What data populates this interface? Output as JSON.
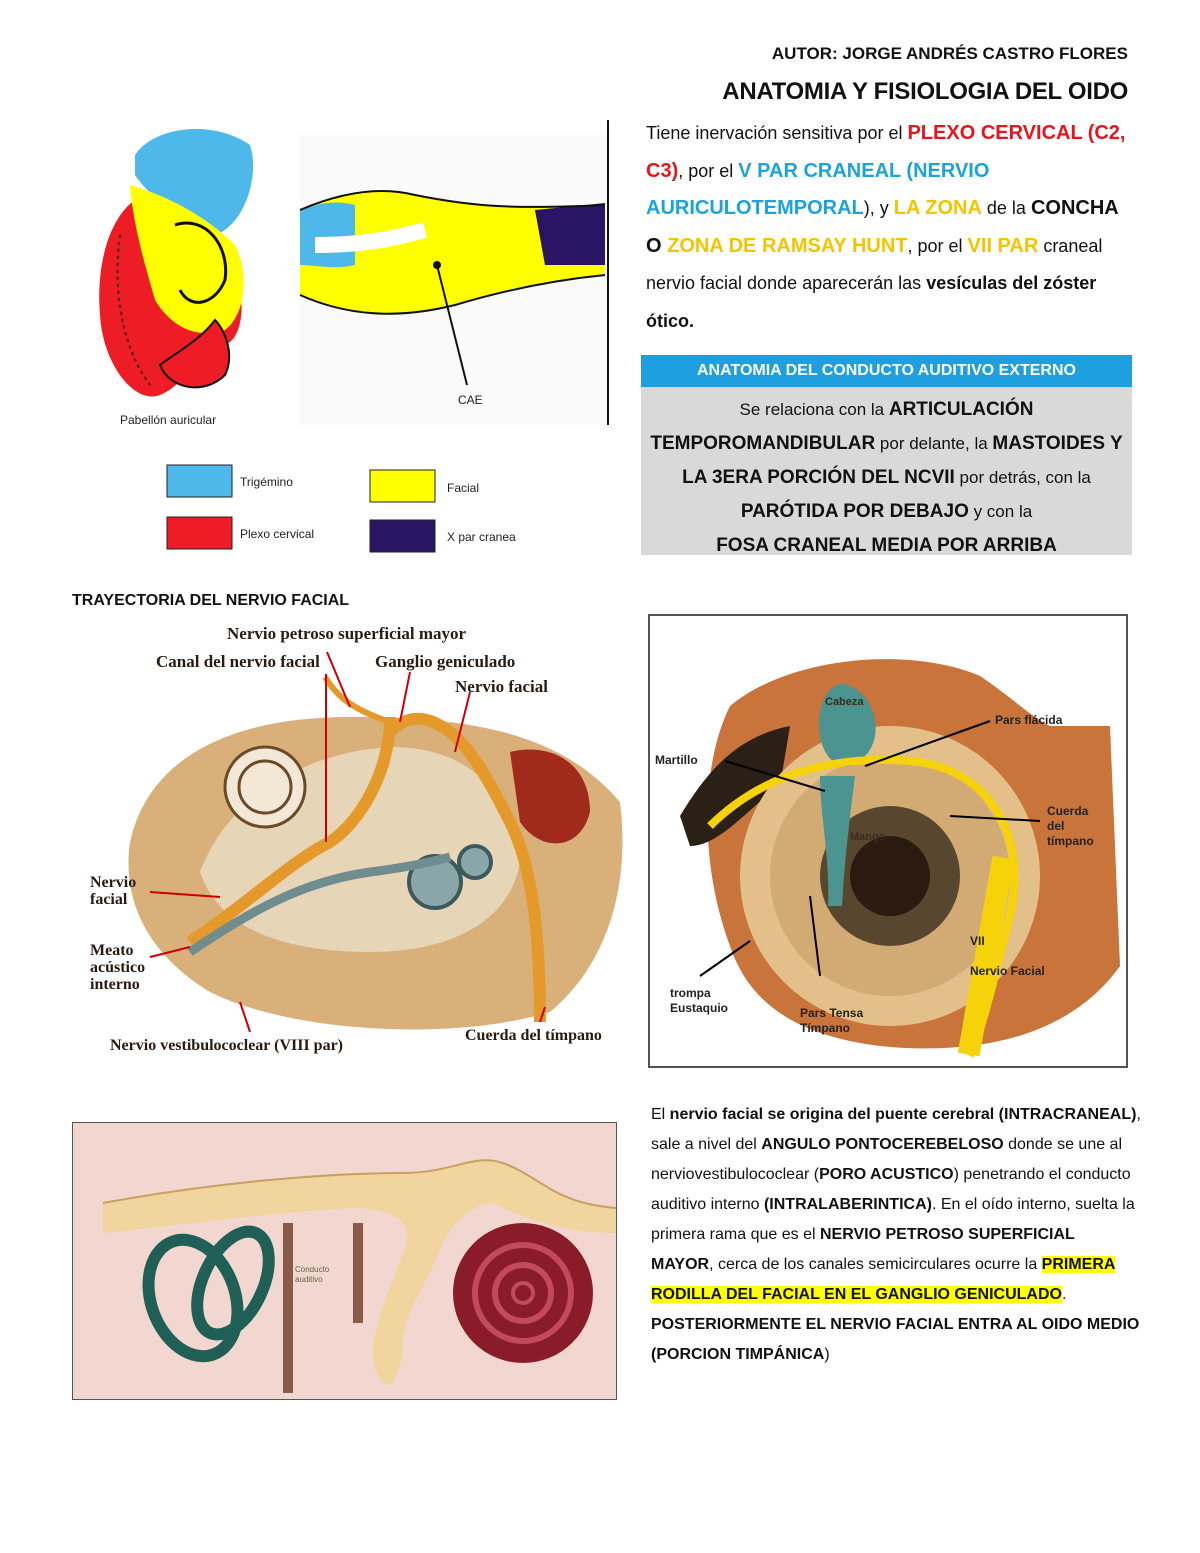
{
  "header": {
    "author": "AUTOR: JORGE ANDRÉS CASTRO FLORES",
    "title": "ANATOMIA Y FISIOLOGIA DEL OIDO"
  },
  "intro": {
    "t1": "Tiene inervación sensitiva por el ",
    "plexo": "PLEXO CERVICAL",
    "c2c3": "(C2, C3)",
    "t2": ", por el ",
    "vpar": "V PAR CRANEAL (NERVIO AURICULOTEMPORAL",
    "t3": "), y ",
    "zona": "LA ZONA",
    "t4": " de la ",
    "concha": "CONCHA O ",
    "ramsay": "ZONA DE RAMSAY HUNT",
    "t5": ", por el ",
    "vii": "VII PAR",
    "t6": " craneal nervio facial donde aparecerán las ",
    "vesiculas": "vesículas del zóster ótico."
  },
  "figure1": {
    "pabellon": "Pabellón auricular",
    "cae": "CAE",
    "legend": [
      "Trigémino",
      "Facial",
      "Plexo cervical",
      "X par cranea"
    ],
    "colors": {
      "trigemino": "#4fb8ea",
      "facial": "#ffff00",
      "plexo": "#ee1c24",
      "xpar": "#2a1565"
    }
  },
  "cae_box": {
    "heading": "ANATOMIA DEL CONDUCTO AUDITIVO EXTERNO",
    "p1": "Se relaciona con la ",
    "b1": "ARTICULACIÓN TEMPOROMANDIBULAR",
    "p2": " por delante, la ",
    "b2": "MASTOIDES Y LA 3ERA PORCIÓN DEL NCVII",
    "p3": " por detrás, con la ",
    "b3": "PARÓTIDA POR DEBAJO",
    "p4": " y con la ",
    "b4": "FOSA CRANEAL MEDIA POR ARRIBA"
  },
  "trayectoria": {
    "heading": "TRAYECTORIA DEL NERVIO FACIAL",
    "labels": {
      "petroso": "Nervio petroso superficial mayor",
      "canal": "Canal del nervio facial",
      "ganglio": "Ganglio geniculado",
      "facial_top": "Nervio facial",
      "facial_left": "Nervio facial",
      "meato": "Meato acústico interno",
      "vestibulo": "Nervio vestibulococlear (VIII par)",
      "cuerda": "Cuerda del tímpano"
    }
  },
  "figure3": {
    "labels": {
      "pars_flacida": "Pars flácida",
      "martillo": "Martillo",
      "cuerda": "Cuerda del tímpano",
      "vii": "VII",
      "nervio_facial": "Nervio Facial",
      "trompa": "trompa Eustaquio",
      "pars_tensa": "Pars Tensa Tímpano",
      "cabeza": "Cabeza",
      "mango": "Mango"
    }
  },
  "figure4": {
    "label": "Conducto auditivo"
  },
  "paragraph": {
    "a1": "El ",
    "b1": "nervio facial se origina del puente cerebral (INTRACRANEAL)",
    "a2": ", sale a nivel del ",
    "b2": "ANGULO PONTOCEREBELOSO",
    "a3": " donde se une al nerviovestibulococlear (",
    "b3": "PORO ACUSTICO",
    "a4": ") penetrando el conducto auditivo interno ",
    "b4": "(INTRALABERINTICA)",
    "a5": ". En el oído interno, suelta la primera rama que es el ",
    "b5": "NERVIO PETROSO SUPERFICIAL MAYOR",
    "a6": ", cerca de los canales semicirculares ocurre la ",
    "b6": "PRIMERA RODILLA DEL FACIAL EN EL GANGLIO GENICULADO",
    "a7": ". ",
    "b7": "POSTERIORMENTE EL NERVIO FACIAL  ENTRA AL OIDO MEDIO (PORCION TIMPÁNICA",
    "a8": ")"
  }
}
